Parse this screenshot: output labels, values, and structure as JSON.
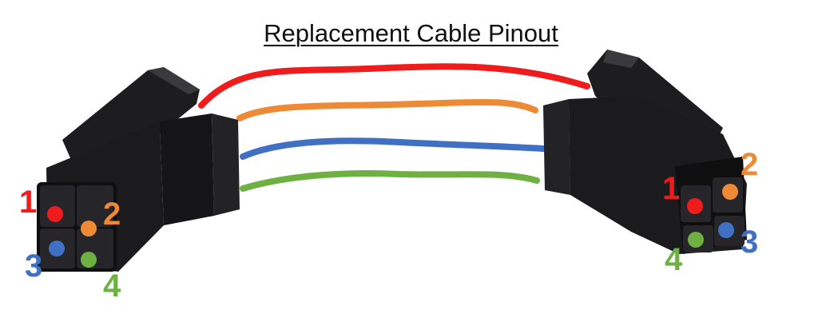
{
  "title": "Replacement Cable Pinout",
  "colors": {
    "wire_1": "#ee1c1c",
    "wire_2": "#ee8a35",
    "wire_3": "#3f70c4",
    "wire_4": "#6fb043",
    "connector_body": "#1b1b1d",
    "connector_shade": "#0d0d0e",
    "connector_highlight": "#3a3a3e"
  },
  "left_connector": {
    "pins": [
      {
        "number": "1",
        "color": "#ee1c1c"
      },
      {
        "number": "2",
        "color": "#ee8a35"
      },
      {
        "number": "3",
        "color": "#3f70c4"
      },
      {
        "number": "4",
        "color": "#6fb043"
      }
    ]
  },
  "right_connector": {
    "pins": [
      {
        "number": "1",
        "color": "#ee1c1c"
      },
      {
        "number": "2",
        "color": "#ee8a35"
      },
      {
        "number": "3",
        "color": "#3f70c4"
      },
      {
        "number": "4",
        "color": "#6fb043"
      }
    ]
  },
  "wires": [
    {
      "pin": "1",
      "color": "#ee1c1c"
    },
    {
      "pin": "2",
      "color": "#ee8a35"
    },
    {
      "pin": "3",
      "color": "#3f70c4"
    },
    {
      "pin": "4",
      "color": "#6fb043"
    }
  ]
}
